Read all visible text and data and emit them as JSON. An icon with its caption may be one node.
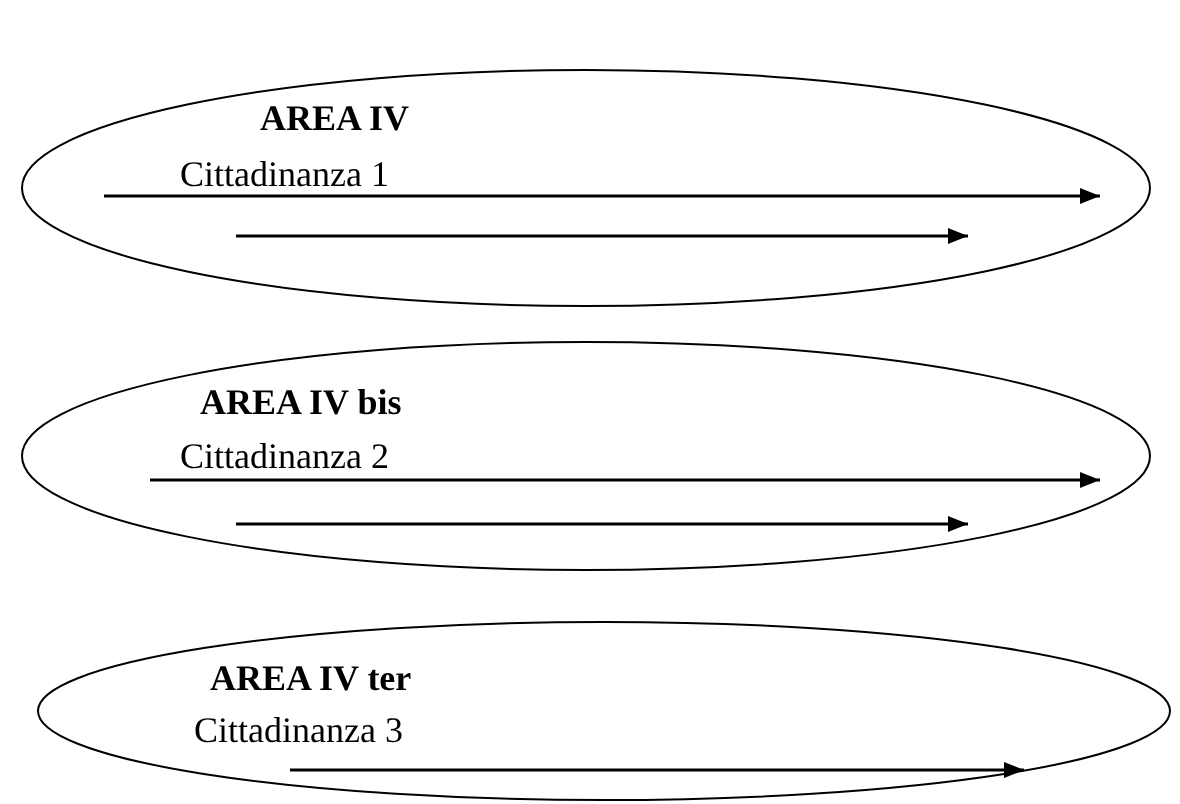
{
  "diagram": {
    "nodes": [
      {
        "text": [
          "AREA IV",
          "Cittadinanza 1"
        ]
      },
      {
        "text": [
          "AREA IV bis",
          "Cittadinanza 2"
        ]
      },
      {
        "text": [
          "AREA IV ter",
          "Cittadinanza 3"
        ]
      }
    ]
  }
}
